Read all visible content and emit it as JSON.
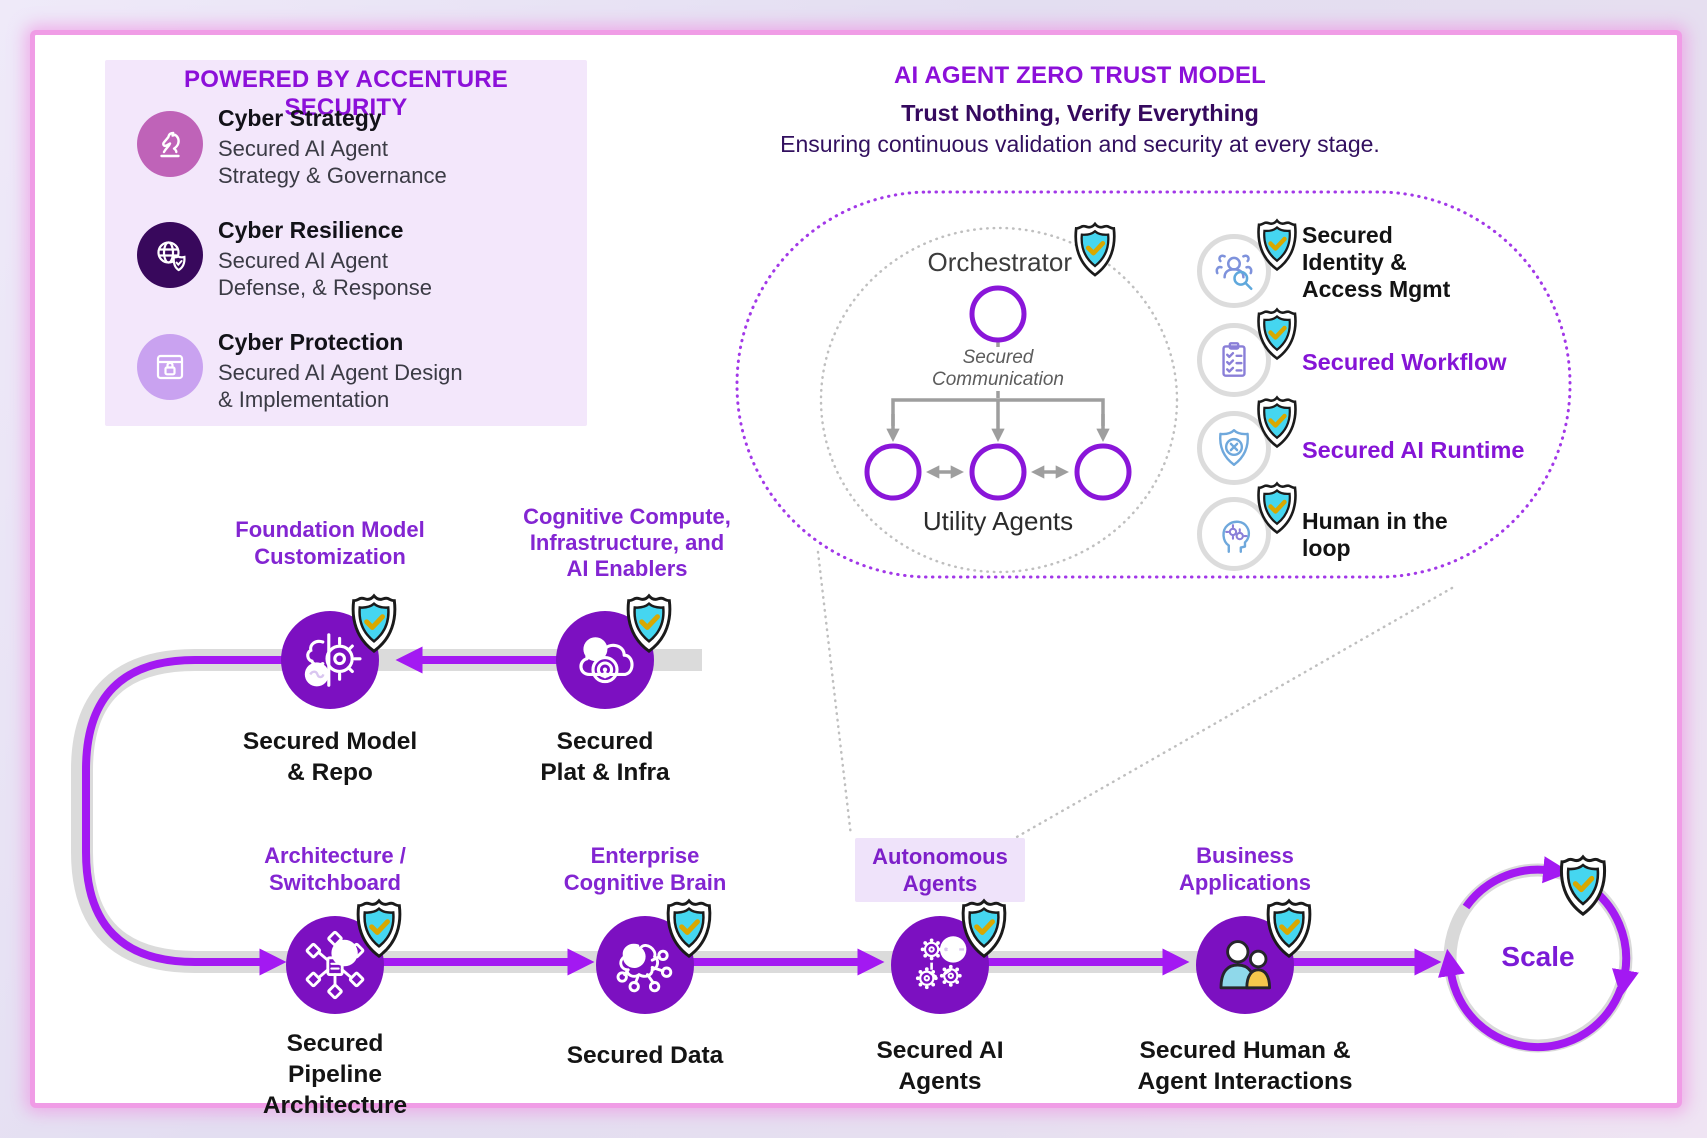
{
  "powered_box": {
    "title": "POWERED BY ACCENTURE SECURITY",
    "items": [
      {
        "title": "Cyber Strategy",
        "desc": "Secured AI Agent\nStrategy & Governance",
        "icon": "chess-knight-icon",
        "circle_color": "#BF63B8"
      },
      {
        "title": "Cyber Resilience",
        "desc": "Secured AI Agent\nDefense, & Response",
        "icon": "globe-shield-icon",
        "circle_color": "#38085C"
      },
      {
        "title": "Cyber Protection",
        "desc": "Secured AI Agent Design\n& Implementation",
        "icon": "browser-lock-icon",
        "circle_color": "#C9A2F0"
      }
    ]
  },
  "zero_trust": {
    "title": "AI AGENT ZERO TRUST MODEL",
    "subtitle": "Trust Nothing, Verify Everything",
    "description": "Ensuring continuous validation and security at every stage.",
    "orchestrator_label": "Orchestrator",
    "communication_label": "Secured\nCommunication",
    "utility_label": "Utility Agents",
    "items": [
      {
        "label": "Secured\nIdentity &\nAccess Mgmt",
        "style": "dark",
        "icon": "identity-search-icon"
      },
      {
        "label": "Secured Workflow",
        "style": "purple",
        "icon": "checklist-icon"
      },
      {
        "label": "Secured AI Runtime",
        "style": "purple",
        "icon": "shield-x-icon"
      },
      {
        "label": "Human in the\nloop",
        "style": "dark",
        "icon": "head-cognition-icon"
      }
    ]
  },
  "flow": {
    "stages": [
      {
        "top_label": "Foundation Model\nCustomization",
        "bottom_label": "Secured Model\n& Repo",
        "icon": "brain-gear-icon"
      },
      {
        "top_label": "Cognitive Compute,\nInfrastructure, and\nAI Enablers",
        "bottom_label": "Secured\nPlat & Infra",
        "icon": "cloud-lock-icon"
      },
      {
        "top_label": "Architecture /\nSwitchboard",
        "bottom_label": "Secured\nPipeline\nArchitecture",
        "icon": "network-cubes-icon"
      },
      {
        "top_label": "Enterprise\nCognitive Brain",
        "bottom_label": "Secured Data",
        "icon": "brain-network-icon"
      },
      {
        "top_label": "Autonomous\nAgents",
        "bottom_label": "Secured AI\nAgents",
        "icon": "gear-cluster-icon",
        "highlighted": true
      },
      {
        "top_label": "Business\nApplications",
        "bottom_label": "Secured Human &\nAgent Interactions",
        "icon": "people-icon"
      }
    ],
    "scale_label": "Scale"
  },
  "colors": {
    "accent_purple": "#8C10D9",
    "node_purple": "#7C10C1",
    "arrow_purple": "#A319F2",
    "stage_label_purple": "#8325D2",
    "dark_purple_text": "#32095E",
    "track_gray": "#DBDBDB",
    "shield_cyan": "#45D6F0",
    "frame_pink": "#F09CE6"
  }
}
